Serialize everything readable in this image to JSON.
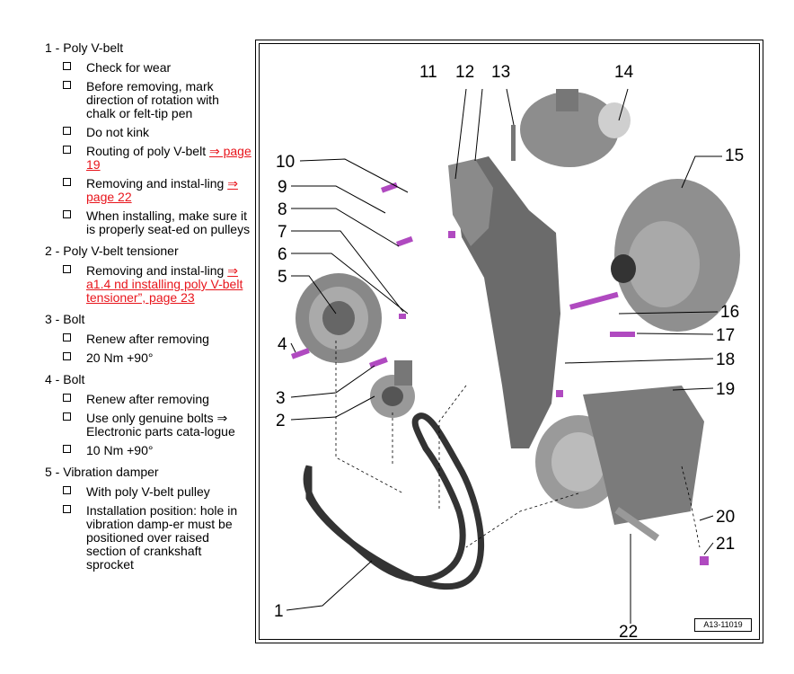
{
  "sections": [
    {
      "title": "1 - Poly V-belt",
      "items": [
        {
          "text": "Check for wear"
        },
        {
          "text": "Before removing, mark direction of rotation with chalk or felt-tip pen"
        },
        {
          "text": "Do not kink"
        },
        {
          "text": "Routing of poly V-belt ",
          "link": "⇒ page 19"
        },
        {
          "text": "Removing and instal-ling ",
          "link": "⇒ page 22"
        },
        {
          "text": "When installing, make sure it is properly seat-ed on pulleys"
        }
      ]
    },
    {
      "title": "2 - Poly V-belt tensioner",
      "items": [
        {
          "text": "Removing and instal-ling ",
          "link": "⇒ a1.4 nd installing poly V-belt tensioner”, page 23"
        }
      ]
    },
    {
      "title": "3 - Bolt",
      "items": [
        {
          "text": "Renew after removing"
        },
        {
          "text": "20 Nm +90°"
        }
      ]
    },
    {
      "title": "4 - Bolt",
      "items": [
        {
          "text": "Renew after removing"
        },
        {
          "text": "Use only genuine bolts ⇒ Electronic parts cata-logue"
        },
        {
          "text": "10 Nm +90°"
        }
      ]
    },
    {
      "title": "5 - Vibration damper",
      "items": [
        {
          "text": "With poly V-belt pulley"
        },
        {
          "text": "Installation position: hole in vibration damp-er must be positioned over raised section of crankshaft sprocket"
        }
      ]
    }
  ],
  "callouts": [
    "1",
    "2",
    "3",
    "4",
    "5",
    "6",
    "7",
    "8",
    "9",
    "10",
    "11",
    "12",
    "13",
    "14",
    "15",
    "16",
    "17",
    "18",
    "19",
    "20",
    "21",
    "22"
  ],
  "figure_ref": "A13-11019",
  "colors": {
    "link": "#e8151c",
    "bolt": "#b04ac0"
  }
}
